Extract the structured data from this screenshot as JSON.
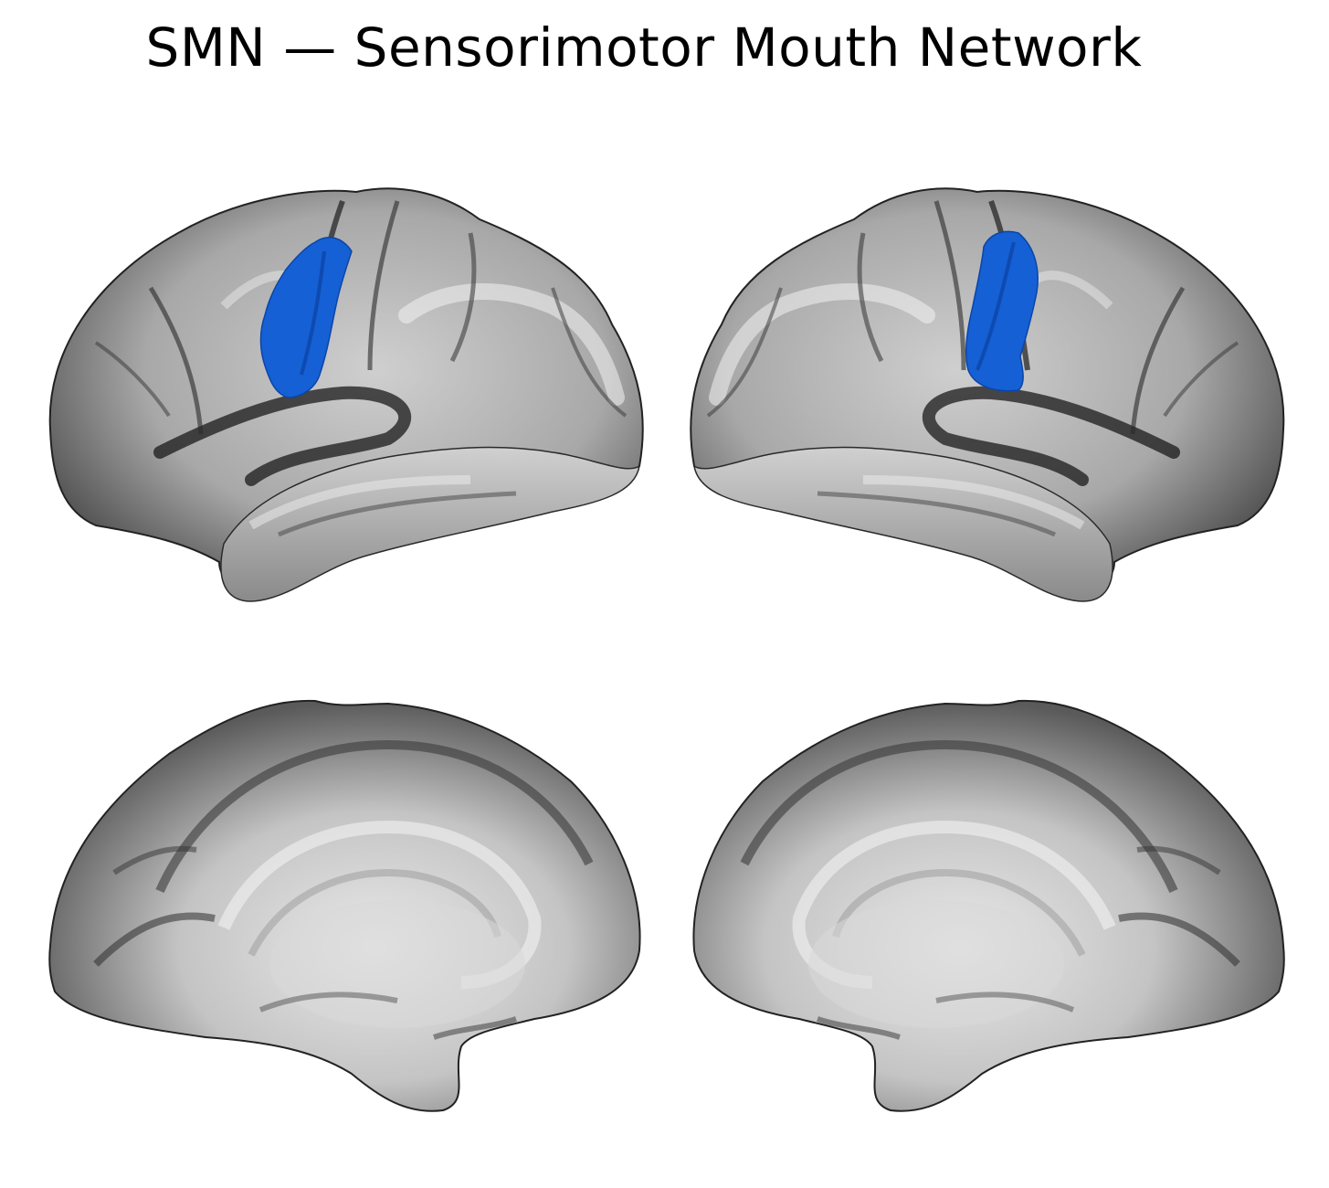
{
  "title": "SMN — Sensorimotor Mouth Network",
  "colors": {
    "background": "#ffffff",
    "network": "#1560d4",
    "network_dark": "#0b45a8",
    "cortex_light": "#e6e6e6",
    "cortex_mid": "#a9a9a9",
    "cortex_dark": "#3c3c3c"
  },
  "views": [
    {
      "hemisphere": "left",
      "view": "lateral",
      "highlighted": true
    },
    {
      "hemisphere": "right",
      "view": "lateral",
      "highlighted": true
    },
    {
      "hemisphere": "left",
      "view": "medial",
      "highlighted": false
    },
    {
      "hemisphere": "right",
      "view": "medial",
      "highlighted": false
    }
  ]
}
